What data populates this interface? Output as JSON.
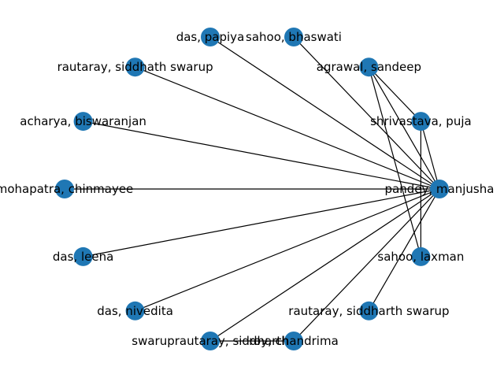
{
  "graph": {
    "node_color": "#1f77b4",
    "edge_color": "#000000",
    "nodes": [
      {
        "id": "n0",
        "label": "pandey, manjusha"
      },
      {
        "id": "n1",
        "label": "shrivastava, puja"
      },
      {
        "id": "n2",
        "label": "agrawal, sandeep"
      },
      {
        "id": "n3",
        "label": "sahoo, bhaswati"
      },
      {
        "id": "n4",
        "label": "das, papiya"
      },
      {
        "id": "n5",
        "label": "rautaray, siddhath swarup"
      },
      {
        "id": "n6",
        "label": "acharya, biswaranjan"
      },
      {
        "id": "n7",
        "label": "mohapatra, chinmayee"
      },
      {
        "id": "n8",
        "label": "das, leena"
      },
      {
        "id": "n9",
        "label": "das, nivedita"
      },
      {
        "id": "n10",
        "label": "swaruprautaray, siddharth"
      },
      {
        "id": "n11",
        "label": "roy, chandrima"
      },
      {
        "id": "n12",
        "label": "rautaray, siddharth swarup"
      },
      {
        "id": "n13",
        "label": "sahoo, laxman"
      }
    ],
    "edges": [
      [
        "n0",
        "n1"
      ],
      [
        "n0",
        "n2"
      ],
      [
        "n0",
        "n3"
      ],
      [
        "n0",
        "n4"
      ],
      [
        "n0",
        "n5"
      ],
      [
        "n0",
        "n6"
      ],
      [
        "n0",
        "n7"
      ],
      [
        "n0",
        "n8"
      ],
      [
        "n0",
        "n9"
      ],
      [
        "n0",
        "n10"
      ],
      [
        "n0",
        "n11"
      ],
      [
        "n0",
        "n12"
      ],
      [
        "n1",
        "n2"
      ],
      [
        "n1",
        "n13"
      ],
      [
        "n2",
        "n13"
      ],
      [
        "n10",
        "n11"
      ]
    ]
  }
}
